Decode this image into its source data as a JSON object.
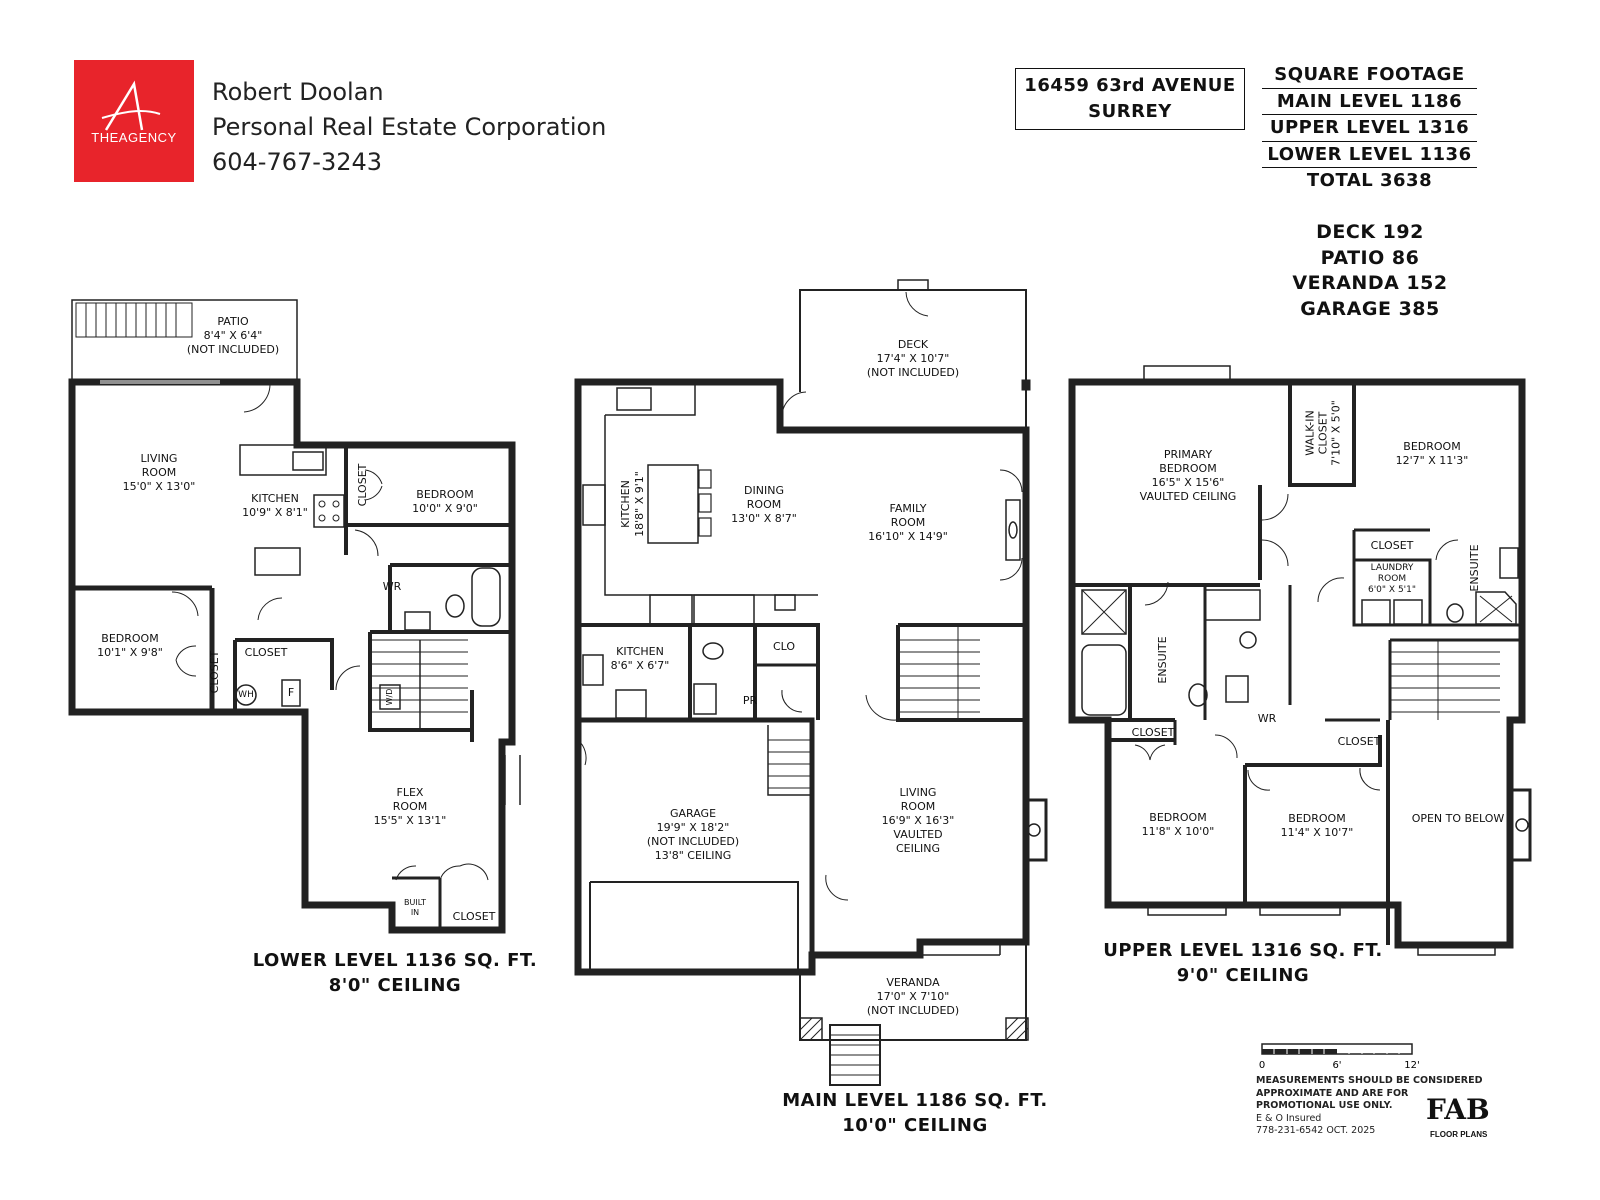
{
  "brand": {
    "logo_text": "THEAGENCY",
    "agent_name": "Robert Doolan",
    "agent_company": "Personal Real Estate Corporation",
    "agent_phone": "604-767-3243",
    "color": "#e8242b"
  },
  "address": {
    "line1": "16459 63rd AVENUE",
    "line2": "SURREY"
  },
  "square_footage": {
    "title": "SQUARE FOOTAGE",
    "main": "MAIN LEVEL 1186",
    "upper": "UPPER LEVEL 1316",
    "lower": "LOWER LEVEL 1136",
    "total": "TOTAL 3638"
  },
  "extras": {
    "deck": "DECK 192",
    "patio": "PATIO 86",
    "veranda": "VERANDA 152",
    "garage": "GARAGE 385"
  },
  "lower_level": {
    "title1": "LOWER LEVEL 1136 SQ. FT.",
    "title2": "8'0\" CEILING",
    "rooms": {
      "patio": [
        "PATIO",
        "8'4\" X 6'4\"",
        "(NOT INCLUDED)"
      ],
      "living": [
        "LIVING",
        "ROOM",
        "15'0\" X 13'0\""
      ],
      "kitchen": [
        "KITCHEN",
        "10'9\" X 8'1\""
      ],
      "closet1": "CLOSET",
      "bedroom1": [
        "BEDROOM",
        "10'0\" X 9'0\""
      ],
      "wr": "WR",
      "bedroom2": [
        "BEDROOM",
        "10'1\" X 9'8\""
      ],
      "closet2": "CLOSET",
      "closet3": "CLOSET",
      "wh": "WH",
      "f": "F",
      "wd": "W/D",
      "flex": [
        "FLEX",
        "ROOM",
        "15'5\" X 13'1\""
      ],
      "built_in": [
        "BUILT",
        "IN"
      ],
      "closet4": "CLOSET"
    }
  },
  "main_level": {
    "title1": "MAIN LEVEL 1186 SQ. FT.",
    "title2": "10'0\" CEILING",
    "rooms": {
      "deck": [
        "DECK",
        "17'4\" X 10'7\"",
        "(NOT INCLUDED)"
      ],
      "kitchen": [
        "KITCHEN",
        "18'8\" X 9'1\""
      ],
      "dining": [
        "DINING",
        "ROOM",
        "13'0\" X 8'7\""
      ],
      "family": [
        "FAMILY",
        "ROOM",
        "16'10\" X 14'9\""
      ],
      "kitchen2": [
        "KITCHEN",
        "8'6\" X 6'7\""
      ],
      "clo": "CLO",
      "pr": "PR",
      "garage": [
        "GARAGE",
        "19'9\" X 18'2\"",
        "(NOT INCLUDED)",
        "13'8\" CEILING"
      ],
      "living": [
        "LIVING",
        "ROOM",
        "16'9\" X 16'3\"",
        "VAULTED",
        "CEILING"
      ],
      "veranda": [
        "VERANDA",
        "17'0\" X 7'10\"",
        "(NOT INCLUDED)"
      ]
    }
  },
  "upper_level": {
    "title1": "UPPER LEVEL 1316 SQ. FT.",
    "title2": "9'0\" CEILING",
    "rooms": {
      "primary": [
        "PRIMARY",
        "BEDROOM",
        "16'5\" X 15'6\"",
        "VAULTED CEILING"
      ],
      "walkin": [
        "WALK-IN",
        "CLOSET",
        "7'10\" X 5'0\""
      ],
      "bedroom1": [
        "BEDROOM",
        "12'7\" X 11'3\""
      ],
      "closet1": "CLOSET",
      "laundry": [
        "LAUNDRY",
        "ROOM",
        "6'0\" X 5'1\""
      ],
      "ensuite1": "ENSUITE",
      "ensuite2": "ENSUITE",
      "wr": "WR",
      "closet2": "CLOSET",
      "closet3": "CLOSET",
      "bedroom2": [
        "BEDROOM",
        "11'8\" X 10'0\""
      ],
      "bedroom3": [
        "BEDROOM",
        "11'4\" X 10'7\""
      ],
      "open": "OPEN TO BELOW"
    }
  },
  "scale": {
    "t0": "0",
    "t1": "6'",
    "t2": "12'"
  },
  "disclaimer": [
    "MEASUREMENTS SHOULD BE CONSIDERED",
    "APPROXIMATE AND ARE FOR",
    "PROMOTIONAL USE ONLY.",
    "E & O Insured",
    "778-231-6542  OCT. 2025"
  ],
  "fab": {
    "logo": "FAB",
    "sub": "FLOOR PLANS"
  }
}
